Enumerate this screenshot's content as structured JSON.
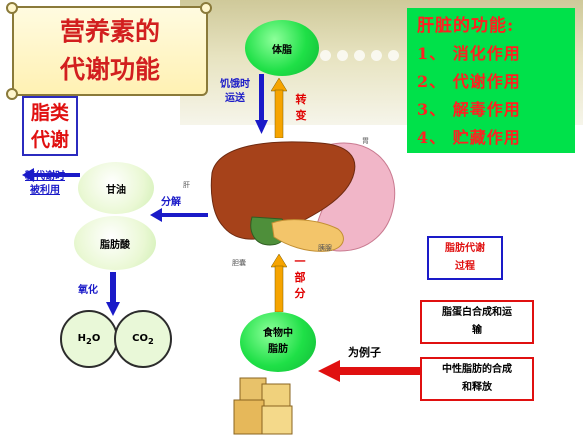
{
  "title": {
    "line1": "营养素的",
    "line2": "代谢功能"
  },
  "liver_functions": {
    "heading": "肝脏的功能:",
    "items": [
      "1、 消化作用",
      "2、 代谢作用",
      "3、 解毒作用",
      "4、 贮藏作用"
    ]
  },
  "lipid_metabolism": {
    "line1": "脂类",
    "line2": "代谢"
  },
  "nodes": {
    "body_fat": "体脂",
    "glycerol": "甘油",
    "fatty_acid": "脂肪酸",
    "water": {
      "main": "H",
      "sub": "2",
      "end": "O"
    },
    "co2": {
      "main": "CO",
      "sub": "2"
    },
    "food_fat": {
      "line1": "食物中",
      "line2": "脂肪"
    }
  },
  "labels": {
    "hunger_transport": {
      "line1": "饥饿时",
      "line2": "运送"
    },
    "converted": {
      "chars": [
        "转",
        "变"
      ]
    },
    "glucose_use": {
      "line1": "糖代谢时",
      "line2": "被利用"
    },
    "decompose": "分解",
    "oxidize": "氧化",
    "part": {
      "chars": [
        "一",
        "部",
        "分"
      ]
    },
    "example": "为例子"
  },
  "liver_parts": {
    "liver": "肝",
    "stomach": "胃",
    "gallbladder": "胆囊",
    "pancreas": "胰腺"
  },
  "process_boxes": {
    "fat_metabolism": {
      "line1": "脂肪代谢",
      "line2": "过程"
    },
    "lipoprotein": {
      "line1": "脂蛋白合成和运",
      "line2": "输"
    },
    "neutral_fat": {
      "line1": "中性脂肪的合成",
      "line2": "和释放"
    }
  },
  "colors": {
    "title_text": "#d21f1f",
    "function_box": "#00e14a",
    "arrow_blue": "#1a1ac8",
    "arrow_orange": "#f6a400",
    "arrow_red": "#e01010",
    "bubble_green": "#1fe047"
  }
}
